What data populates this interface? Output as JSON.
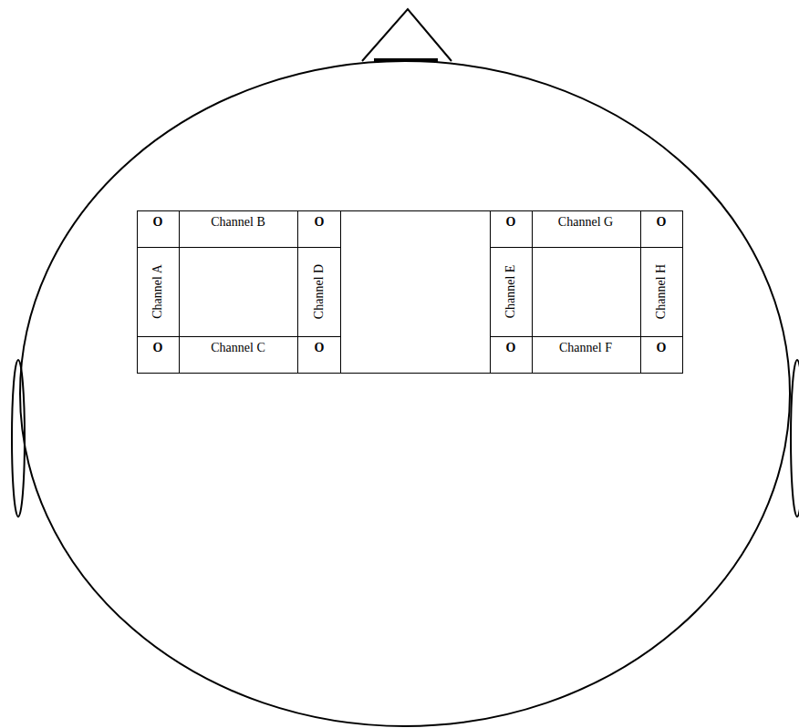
{
  "diagram": {
    "labels": [
      "O",
      "Channel B",
      "O",
      "O",
      "Channel G",
      "O",
      "Channel A",
      "Channel D",
      "Channel E",
      "Channel H",
      "O",
      "Channel C",
      "O",
      "O",
      "Channel F",
      "O"
    ]
  }
}
